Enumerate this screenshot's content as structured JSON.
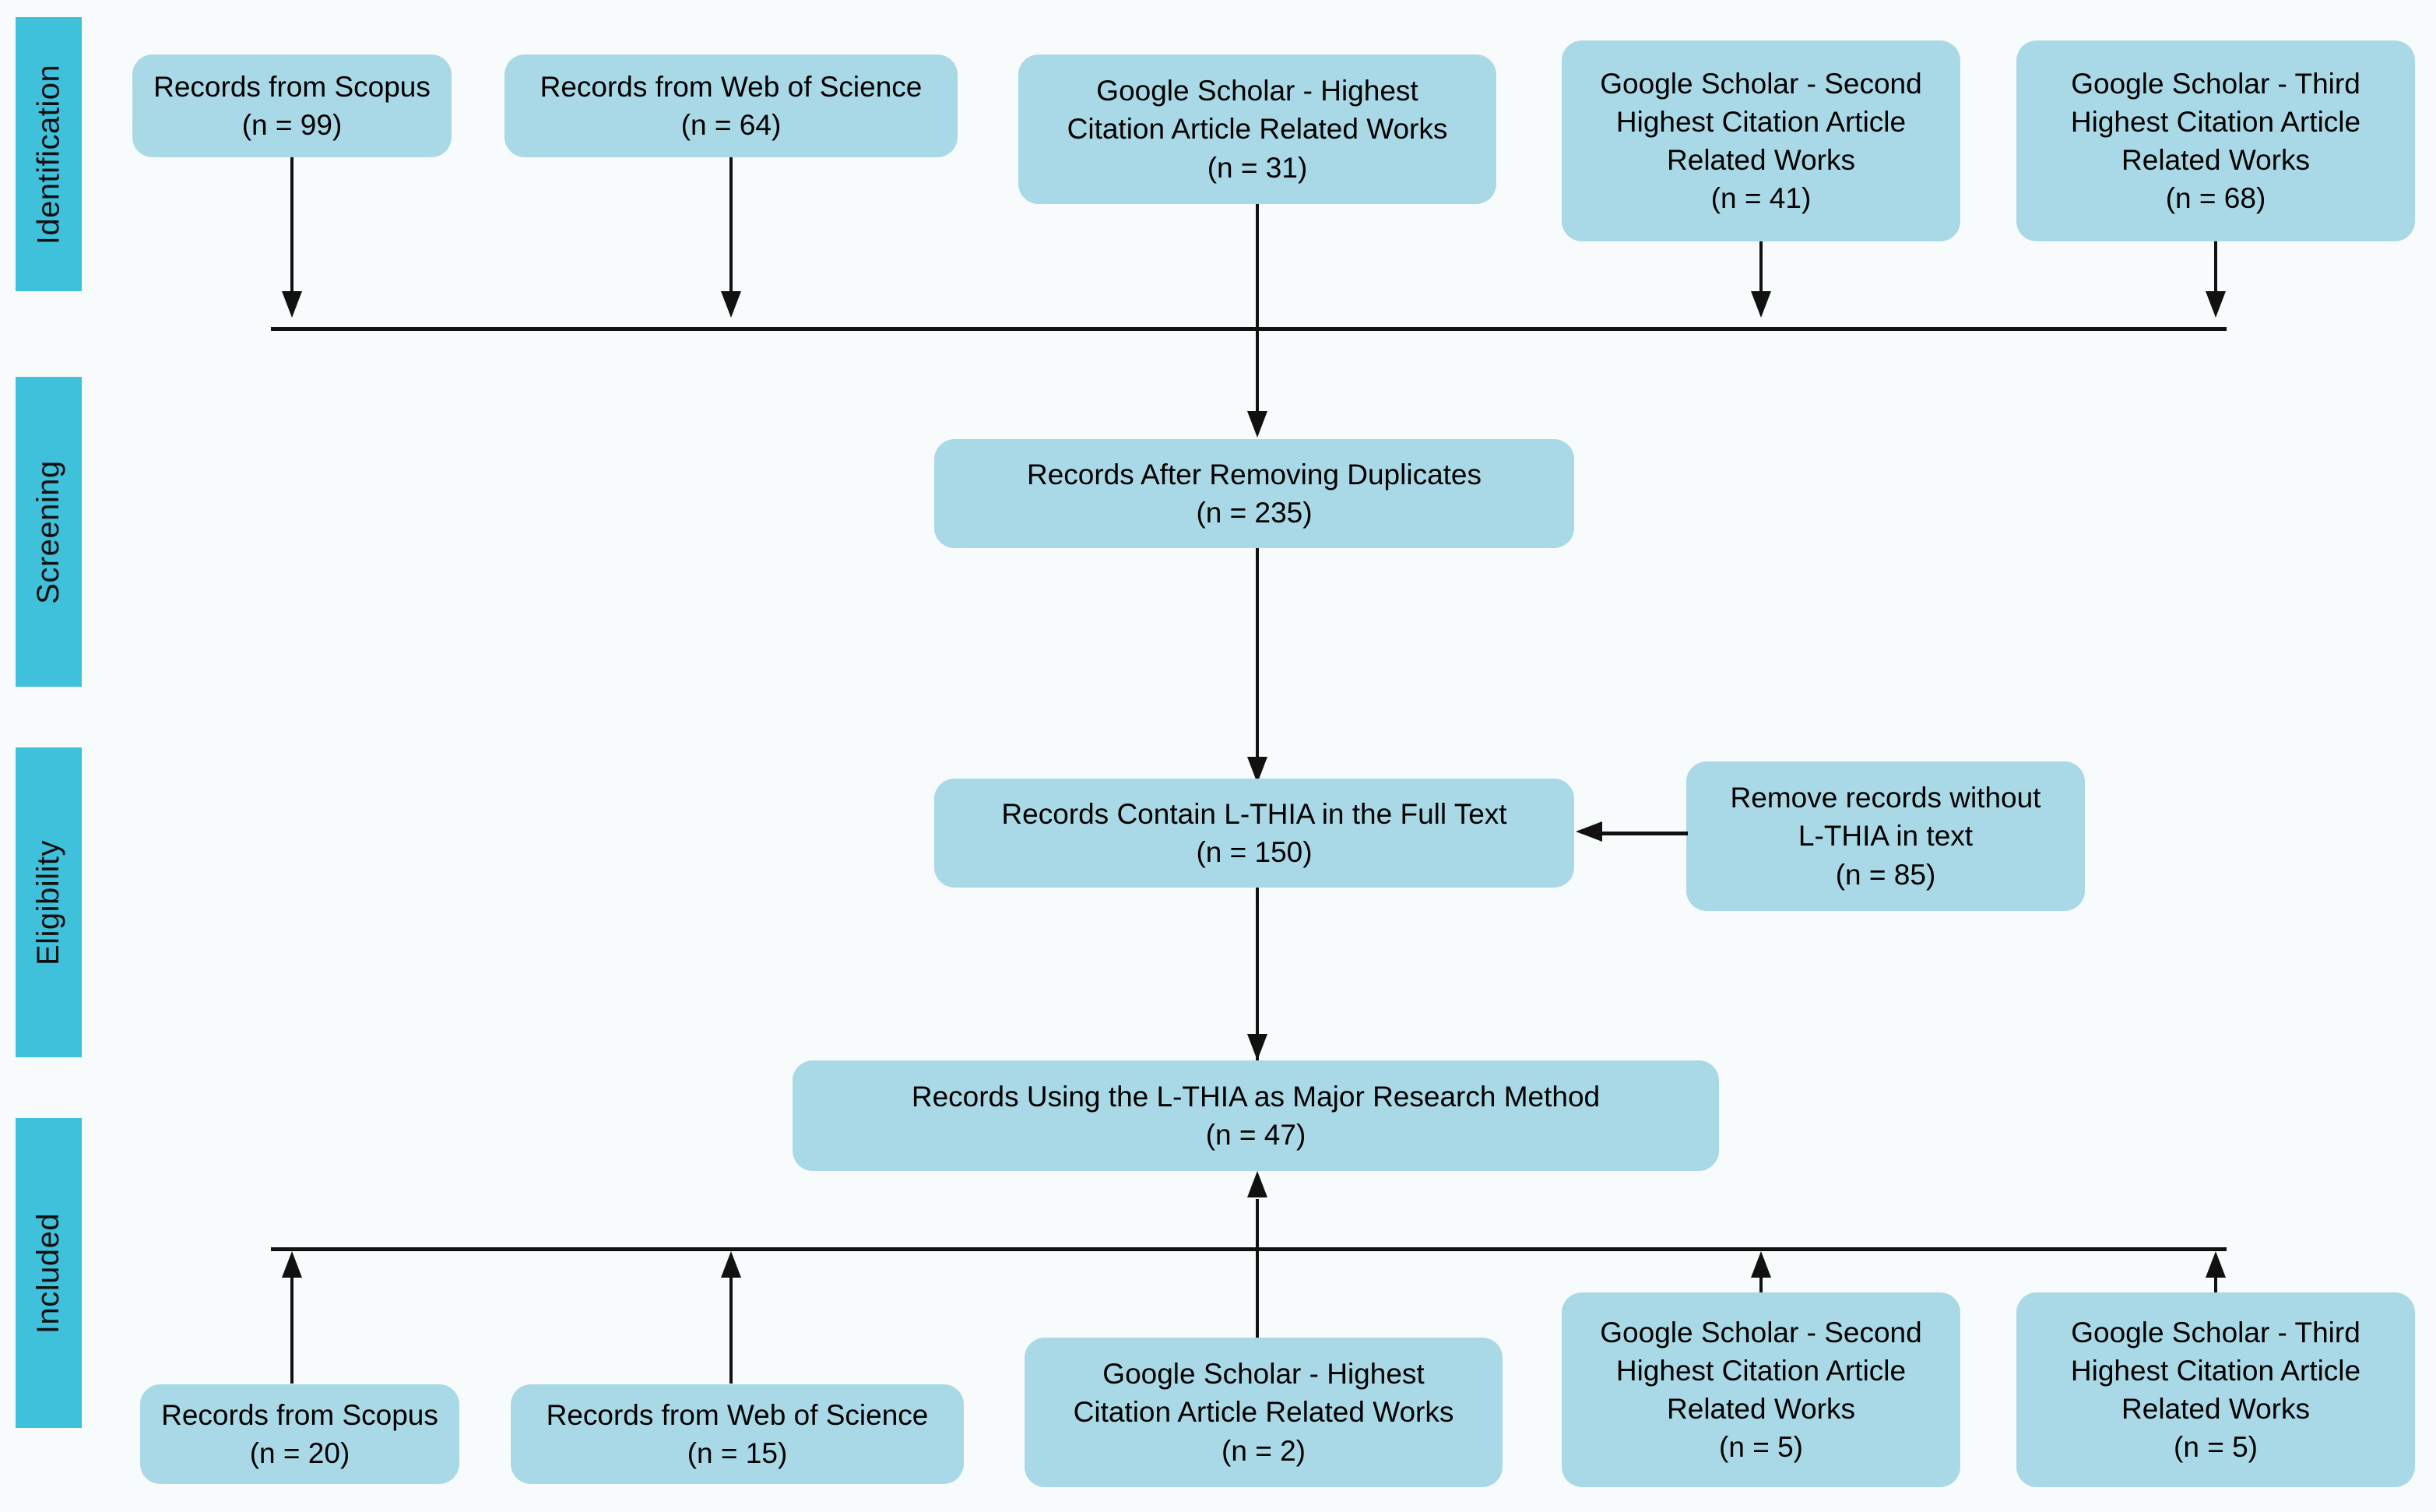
{
  "diagram": {
    "title": "PRISMA Flow Diagram",
    "colors": {
      "background": "#f8fbfc",
      "stage_bar": "#3fc1dc",
      "node_fill": "#a9d9e6",
      "connector": "#111111",
      "text": "#000000"
    }
  },
  "stages": [
    {
      "label": "Identification"
    },
    {
      "label": "Screening"
    },
    {
      "label": "Eligibility"
    },
    {
      "label": "Included"
    }
  ],
  "identification_sources": [
    {
      "id": "scopus-top",
      "lines": [
        "Records from Scopus"
      ],
      "count_label": "(n = 99)",
      "n": 99
    },
    {
      "id": "wos-top",
      "lines": [
        "Records from Web of Science"
      ],
      "count_label": "(n = 64)",
      "n": 64
    },
    {
      "id": "gs-highest-top",
      "lines": [
        "Google Scholar - Highest",
        "Citation Article Related Works"
      ],
      "count_label": "(n = 31)",
      "n": 31
    },
    {
      "id": "gs-second-top",
      "lines": [
        "Google Scholar - Second",
        "Highest Citation Article",
        "Related Works"
      ],
      "count_label": "(n = 41)",
      "n": 41
    },
    {
      "id": "gs-third-top",
      "lines": [
        "Google Scholar - Third",
        "Highest Citation Article",
        "Related Works"
      ],
      "count_label": "(n = 68)",
      "n": 68
    }
  ],
  "screening": {
    "id": "after-duplicates",
    "lines": [
      "Records After Removing Duplicates"
    ],
    "count_label": "(n = 235)",
    "n": 235
  },
  "eligibility": {
    "main": {
      "id": "contains-lthia",
      "lines": [
        "Records Contain L-THIA in the Full Text"
      ],
      "count_label": "(n = 150)",
      "n": 150
    },
    "excluded": {
      "id": "remove-without-lthia",
      "lines": [
        "Remove records without",
        "L-THIA in text"
      ],
      "count_label": "(n = 85)",
      "n": 85
    }
  },
  "included": {
    "main": {
      "id": "lthia-major-method",
      "lines": [
        "Records Using the L-THIA as Major Research Method"
      ],
      "count_label": "(n = 47)",
      "n": 47
    },
    "breakdown": [
      {
        "id": "scopus-bottom",
        "lines": [
          "Records from Scopus"
        ],
        "count_label": "(n = 20)",
        "n": 20
      },
      {
        "id": "wos-bottom",
        "lines": [
          "Records from Web of Science"
        ],
        "count_label": "(n = 15)",
        "n": 15
      },
      {
        "id": "gs-highest-bottom",
        "lines": [
          "Google Scholar - Highest",
          "Citation Article Related Works"
        ],
        "count_label": "(n = 2)",
        "n": 2
      },
      {
        "id": "gs-second-bottom",
        "lines": [
          "Google Scholar - Second",
          "Highest Citation Article",
          "Related Works"
        ],
        "count_label": "(n = 5)",
        "n": 5
      },
      {
        "id": "gs-third-bottom",
        "lines": [
          "Google Scholar - Third",
          "Highest Citation Article",
          "Related Works"
        ],
        "count_label": "(n = 5)",
        "n": 5
      }
    ]
  }
}
